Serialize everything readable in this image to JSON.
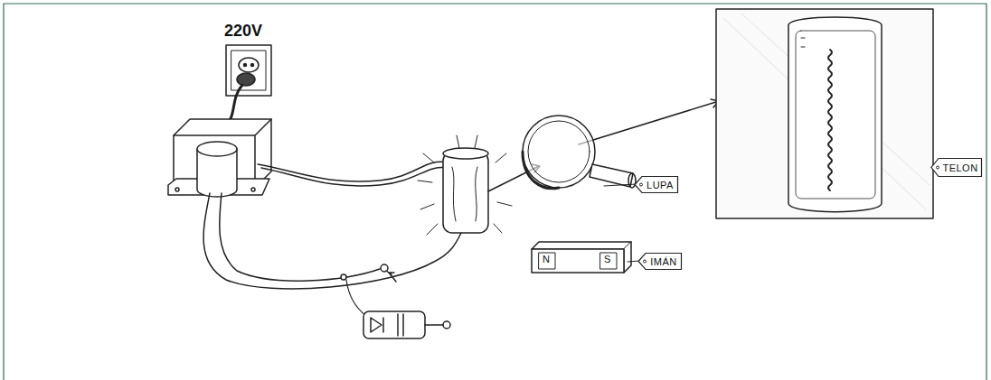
{
  "diagram": {
    "nodes": [
      {
        "text": [
          "TELON"
        ]
      },
      {
        "text": [
          "LUPA"
        ]
      },
      {
        "text": [
          "IMÁN"
        ]
      }
    ],
    "labels": [
      "220V",
      "N",
      "S"
    ]
  }
}
